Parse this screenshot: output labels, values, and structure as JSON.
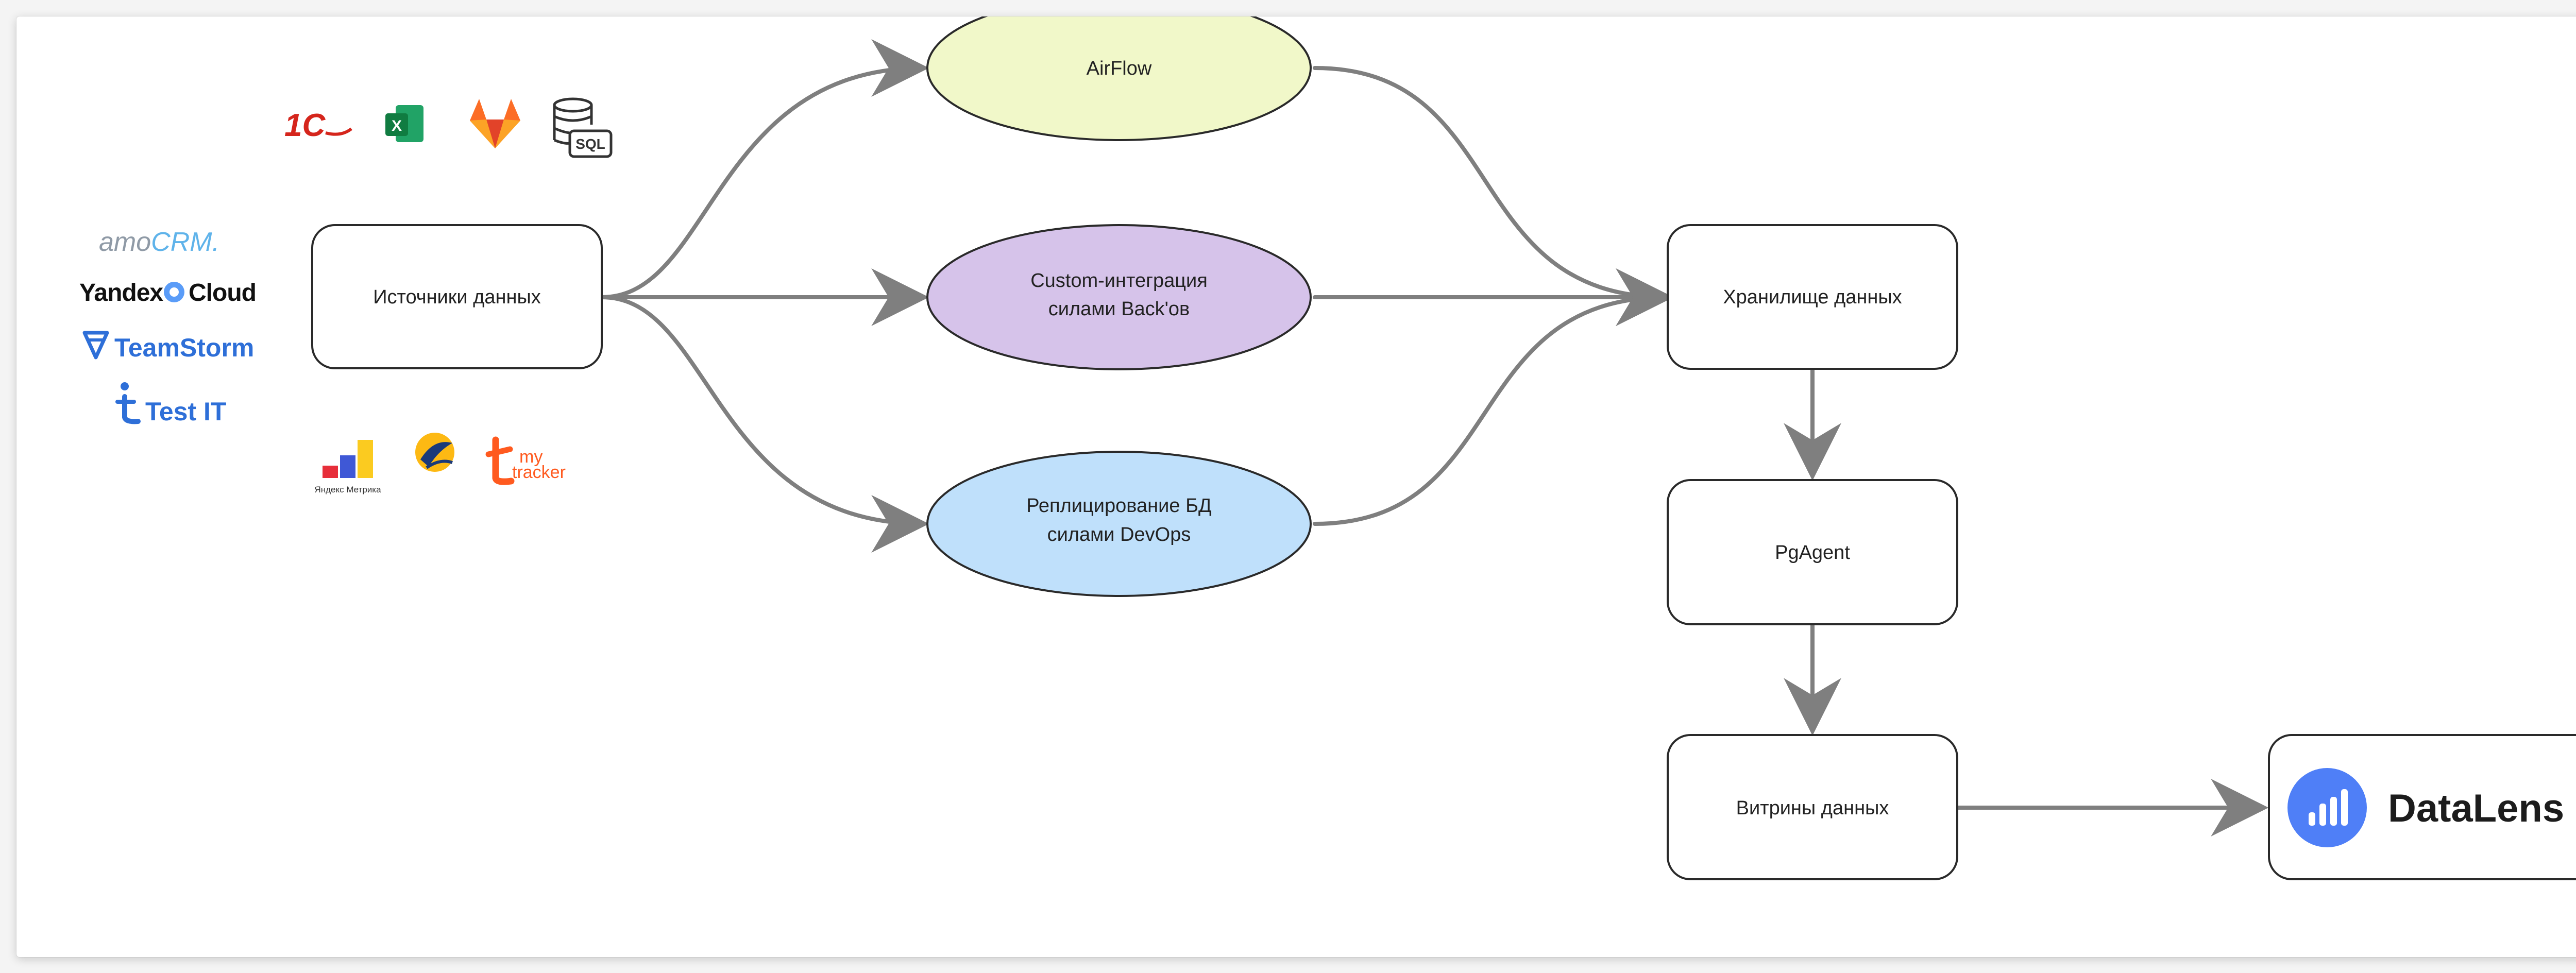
{
  "diagram": {
    "nodes": {
      "sources": "Источники данных",
      "airflow": "AirFlow",
      "custom_line1": "Custom-интеграция",
      "custom_line2": "силами Back'ов",
      "replication_line1": "Реплицирование БД",
      "replication_line2": "силами DevOps",
      "storage": "Хранилище данных",
      "pgagent": "PgAgent",
      "marts": "Витрины данных",
      "datalens": "DataLens"
    },
    "logos": {
      "one_c": "1С",
      "excel": "X",
      "sql": "SQL",
      "amocrm_a": "amo",
      "amocrm_b": "CRM.",
      "yandex_cloud_a": "Yandex",
      "yandex_cloud_b": "Cloud",
      "teamstorm": "TeamStorm",
      "testit": "Test IT",
      "metrika": "Яндекс Метрика",
      "mytracker_a": "my",
      "mytracker_b": "tracker"
    },
    "colors": {
      "airflow_fill": "#f1f8c9",
      "custom_fill": "#d6c3ea",
      "replication_fill": "#bfe0fb",
      "node_stroke": "#2a2a2a",
      "arrow": "#7f7f7f",
      "datalens_icon": "#4f7ff7"
    }
  }
}
